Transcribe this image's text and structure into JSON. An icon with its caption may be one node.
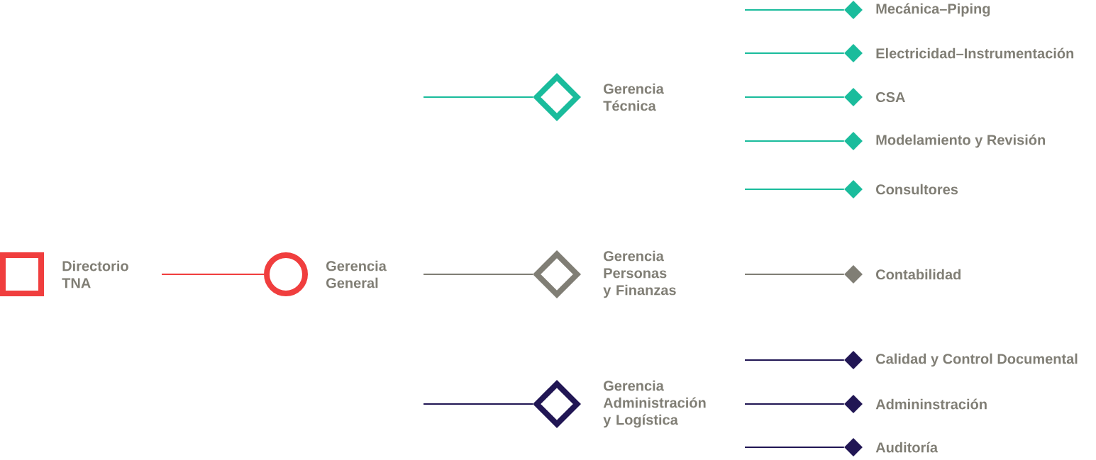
{
  "diagram": {
    "nodes": [
      {
        "text": [
          "Directorio TNA"
        ]
      },
      {
        "text": [
          "Gerencia General"
        ]
      },
      {
        "text": [
          "Gerencia Técnica"
        ]
      },
      {
        "text": [
          "Gerencia Personas y Finanzas"
        ]
      },
      {
        "text": [
          "Gerencia Administración y Logística"
        ]
      },
      {
        "text": [
          "Mecánica–Piping"
        ]
      },
      {
        "text": [
          "Electricidad–Instrumentación"
        ]
      },
      {
        "text": [
          "CSA"
        ]
      },
      {
        "text": [
          "Modelamiento y Revisión"
        ]
      },
      {
        "text": [
          "Consultores"
        ]
      },
      {
        "text": [
          "Contabilidad"
        ]
      },
      {
        "text": [
          "Calidad y Control Documental"
        ]
      },
      {
        "text": [
          "Admininstración"
        ]
      },
      {
        "text": [
          "Auditoría"
        ]
      }
    ],
    "edges": [
      {
        "from": 0,
        "to": 1,
        "arrow": "none",
        "color": "#f03e3e"
      },
      {
        "from": null,
        "to": 2,
        "arrow": "none"
      },
      {
        "from": 1,
        "to": 3,
        "arrow": "none",
        "color": "#807e75"
      },
      {
        "from": null,
        "to": 4,
        "arrow": "none",
        "color": "#211654"
      },
      {
        "from": null,
        "to": 5,
        "arrow": "none"
      },
      {
        "from": null,
        "to": 6,
        "arrow": "none"
      },
      {
        "from": null,
        "to": 7,
        "arrow": "none"
      },
      {
        "from": null,
        "to": 8,
        "arrow": "none"
      },
      {
        "from": null,
        "to": 9,
        "arrow": "none"
      },
      {
        "from": null,
        "to": 10,
        "arrow": "none",
        "color": "#807e75"
      },
      {
        "from": 4,
        "to": 11,
        "arrow": "none",
        "color": "#211654"
      },
      {
        "from": 4,
        "to": 12,
        "arrow": "none",
        "color": "#211654"
      },
      {
        "from": 4,
        "to": 13,
        "arrow": "none",
        "color": "#211654"
      }
    ]
  }
}
